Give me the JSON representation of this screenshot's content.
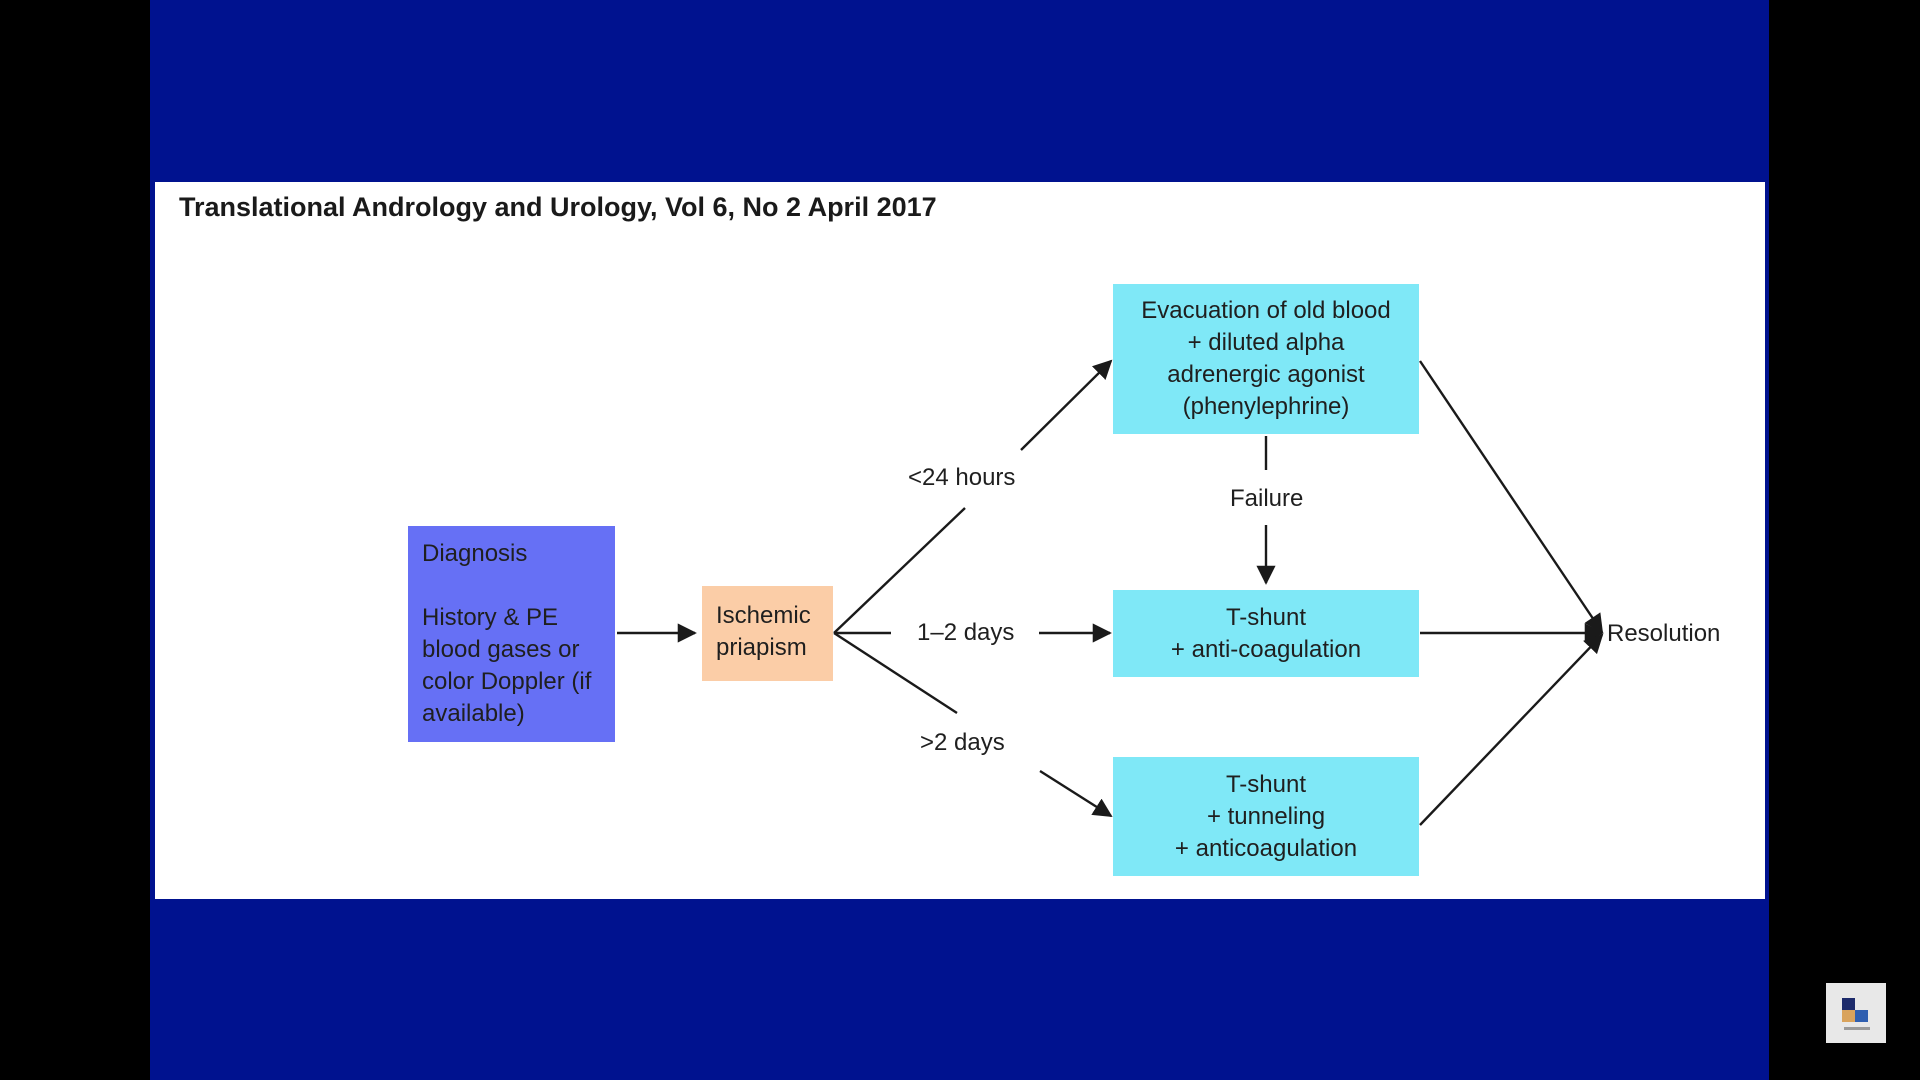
{
  "citation": "Translational Andrology and Urology, Vol 6, No 2 April 2017",
  "nodes": {
    "diagnosis": [
      "Diagnosis",
      "",
      "History & PE",
      "blood gases or",
      "color Doppler (if",
      "available)"
    ],
    "ischemic": [
      "Ischemic",
      "priapism"
    ],
    "evacuation": [
      "Evacuation of old blood",
      "+ diluted alpha",
      "adrenergic agonist",
      "(phenylephrine)"
    ],
    "tshunt_anticoag": [
      "T-shunt",
      "+ anti-coagulation"
    ],
    "tshunt_tunnel": [
      "T-shunt",
      "+ tunneling",
      "+ anticoagulation"
    ],
    "resolution": "Resolution"
  },
  "edge_labels": {
    "lt24": "<24 hours",
    "d12": "1–2 days",
    "gt2": ">2 days",
    "failure": "Failure"
  },
  "colors": {
    "slide_bg": "#00128f",
    "diagnosis": "#6670f5",
    "ischemic": "#fbcda7",
    "treatment": "#7fe8f7"
  },
  "logo_icon": "institution-logo-icon"
}
